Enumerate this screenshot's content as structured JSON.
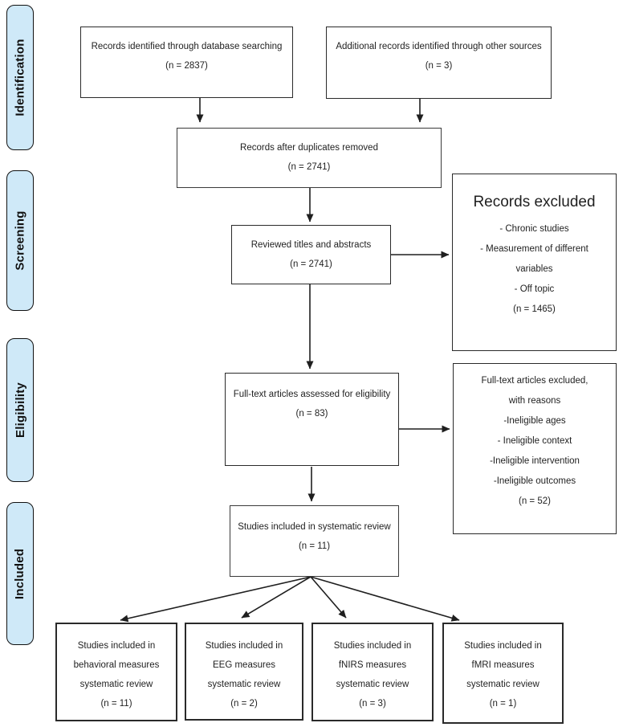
{
  "colors": {
    "stage_fill": "#cfe9f8",
    "stage_border": "#111111",
    "box_border": "#2a2a2a",
    "arrow": "#1f1f1f"
  },
  "sidebar": {
    "labels": [
      {
        "text": "Identification"
      },
      {
        "text": "Screening"
      },
      {
        "text": "Eligibility"
      },
      {
        "text": "Included"
      }
    ]
  },
  "boxes": {
    "records_identified": {
      "lines": [
        "Records identified through database searching",
        "(n = 2837)"
      ]
    },
    "additional_records": {
      "lines": [
        "Additional records identified through other sources",
        "(n = 3)"
      ]
    },
    "duplicates_removed": {
      "lines": [
        "Records after duplicates removed",
        "(n = 2741)"
      ]
    },
    "titles_abstracts": {
      "lines": [
        "Reviewed titles and abstracts",
        "(n = 2741)"
      ]
    },
    "records_excluded": {
      "title": "Records excluded",
      "lines": [
        "- Chronic studies",
        "- Measurement of different",
        "variables",
        "- Off topic",
        "(n = 1465)"
      ]
    },
    "fulltext_assessed": {
      "lines": [
        "Full-text articles assessed for eligibility",
        "(n = 83)"
      ]
    },
    "fulltext_excluded": {
      "lines": [
        "Full-text articles excluded,",
        "with reasons",
        "-Ineligible ages",
        "- Ineligible context",
        "-Ineligible intervention",
        "-Ineligible outcomes",
        "(n = 52)"
      ]
    },
    "included_systematic": {
      "lines": [
        "Studies included in systematic review",
        "(n = 11)"
      ]
    },
    "behavioral": {
      "lines": [
        "Studies included in",
        "behavioral measures",
        "systematic review",
        "(n = 11)"
      ]
    },
    "eeg": {
      "lines": [
        "Studies included in",
        "EEG measures",
        "systematic review",
        "(n = 2)"
      ]
    },
    "fnirs": {
      "lines": [
        "Studies included in",
        "fNIRS measures",
        "systematic review",
        "(n = 3)"
      ]
    },
    "fmri": {
      "lines": [
        "Studies included in",
        "fMRI measures",
        "systematic review",
        "(n = 1)"
      ]
    }
  }
}
